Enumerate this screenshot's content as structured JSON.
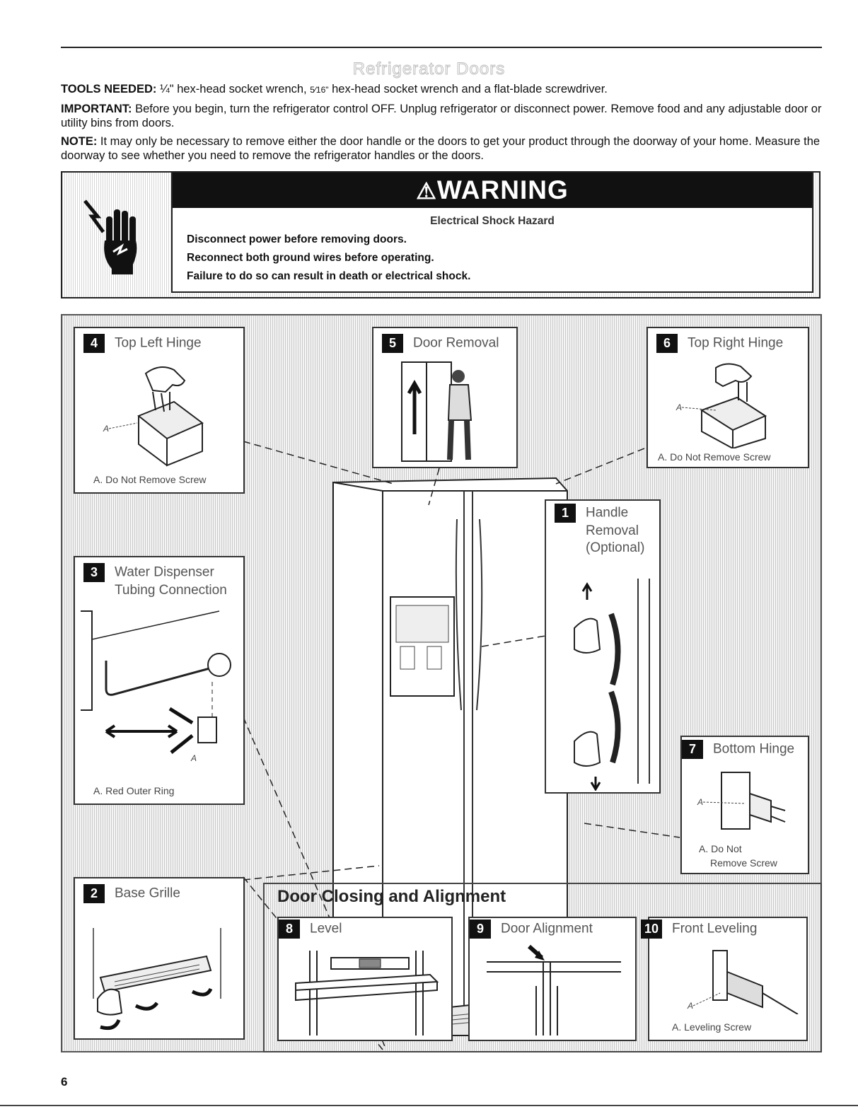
{
  "page": {
    "title": "Refrigerator Doors",
    "page_number": "6"
  },
  "intro": {
    "tools_label": "TOOLS NEEDED:",
    "tools_q": "¼\"",
    "tools_mid": " hex-head socket wrench, ",
    "tools_frac": "5⁄16\"",
    "tools_end": " hex-head socket wrench and a flat-blade screwdriver.",
    "important_label": "IMPORTANT:",
    "important_text": " Before you begin, turn the refrigerator control OFF. Unplug refrigerator or disconnect power. Remove food and any adjustable door or utility bins from doors.",
    "note_label": "NOTE:",
    "note_text": " It may only be necessary to remove either the door handle or the doors to get your product through the doorway of your home. Measure the doorway to see whether you need to remove the refrigerator handles or the doors."
  },
  "warning": {
    "header": "WARNING",
    "hazard": "Electrical Shock Hazard",
    "lines": [
      "Disconnect power before removing doors.",
      "Reconnect both ground wires before operating.",
      "Failure to do so can result in death or electrical shock."
    ]
  },
  "steps": {
    "s4": {
      "num": "4",
      "title": "Top Left Hinge",
      "label_a": "A",
      "caption": "A. Do Not Remove Screw"
    },
    "s5": {
      "num": "5",
      "title": "Door Removal"
    },
    "s6": {
      "num": "6",
      "title": "Top Right Hinge",
      "label_a": "A",
      "caption": "A. Do Not Remove Screw"
    },
    "s1": {
      "num": "1",
      "title_l1": "Handle",
      "title_l2": "Removal",
      "title_l3": "(Optional)"
    },
    "s3": {
      "num": "3",
      "title_l1": "Water Dispenser",
      "title_l2": "Tubing Connection",
      "label_a": "A",
      "caption": "A. Red Outer Ring"
    },
    "s7": {
      "num": "7",
      "title": "Bottom Hinge",
      "label_a": "A",
      "caption_l1": "A. Do Not",
      "caption_l2": "Remove Screw"
    },
    "s2": {
      "num": "2",
      "title": "Base Grille"
    },
    "section": "Door Closing and Alignment",
    "s8": {
      "num": "8",
      "title": "Level"
    },
    "s9": {
      "num": "9",
      "title": "Door Alignment"
    },
    "s10": {
      "num": "10",
      "title": "Front Leveling",
      "label_a": "A",
      "caption": "A. Leveling Screw"
    }
  },
  "icons": {
    "warning": "warning-triangle-icon",
    "shock": "electric-shock-hand-icon"
  }
}
